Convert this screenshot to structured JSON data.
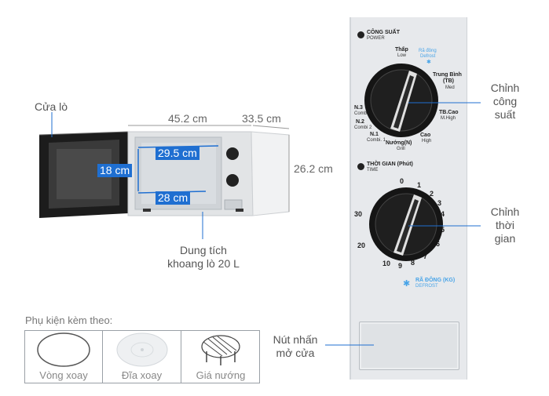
{
  "labels": {
    "door": "Cửa lò",
    "width": "45.2 cm",
    "depth": "33.5 cm",
    "height": "26.2 cm",
    "inner_width": "29.5 cm",
    "inner_height": "18 cm",
    "inner_depth": "28 cm",
    "capacity_line1": "Dung tích",
    "capacity_line2": "khoang lò 20 L"
  },
  "accessories": {
    "title": "Phụ kiện kèm theo:",
    "items": [
      "Vòng xoay",
      "Đĩa xoay",
      "Giá nướng"
    ]
  },
  "panel": {
    "power_title": "CÔNG SUẤT",
    "power_sub": "POWER",
    "power_levels": {
      "low": "Thấp",
      "low_en": "Low",
      "defrost": "Rã đông",
      "defrost_en": "Defrost",
      "med": "Trung Bình",
      "med_tb": "(TB)",
      "med_en": "Med",
      "mhigh": "TB.Cao",
      "mhigh_en": "M.High",
      "high": "Cao",
      "high_en": "High",
      "grill": "Nướng(N)",
      "grill_en": "Grill",
      "n1": "N.1",
      "n1_en": "Combi. 1",
      "n2": "N.2",
      "n2_en": "Combi 2",
      "n3": "N.3",
      "n3_en": "Combi."
    },
    "timer_title": "THỜI GIAN (Phút)",
    "timer_sub": "TIME",
    "timer_numbers": [
      "0",
      "1",
      "2",
      "3",
      "4",
      "5",
      "6",
      "7",
      "8",
      "9",
      "10",
      "20",
      "30"
    ],
    "defrost_kg": "RÃ ĐÔNG (KG)",
    "defrost_kg_en": "DEFROST"
  },
  "callouts": {
    "power_adjust": [
      "Chỉnh",
      "công",
      "suất"
    ],
    "time_adjust": [
      "Chỉnh",
      "thời",
      "gian"
    ],
    "door_button": [
      "Nút nhấn",
      "mở cửa"
    ]
  }
}
